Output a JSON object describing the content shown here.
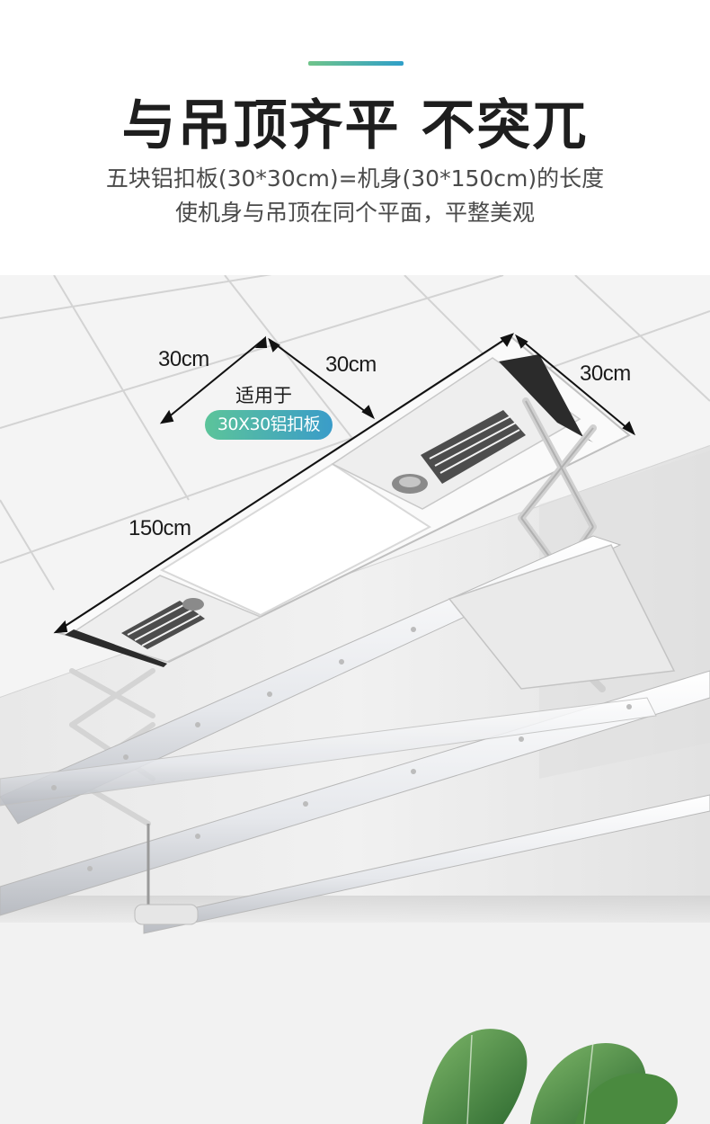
{
  "header": {
    "title": "与吊顶齐平 不突兀",
    "subtitle_line1": "五块铝扣板(30*30cm)=机身(30*150cm)的长度",
    "subtitle_line2": "使机身与吊顶在同个平面，平整美观"
  },
  "colors": {
    "accent_gradient_start": "#6fc48a",
    "accent_gradient_end": "#2f9fc9",
    "title_text": "#1e1e1e",
    "subtitle_text": "#4a4a4a",
    "pill_gradient_start": "#5cc49a",
    "pill_gradient_end": "#3a9cc9"
  },
  "dimensions": {
    "panel_width": "30cm",
    "panel_depth": "30cm",
    "unit_width": "30cm",
    "unit_length": "150cm"
  },
  "badge": {
    "caption": "适用于",
    "label": "30X30铝扣板"
  },
  "icons": {
    "product": "ceiling-drying-rack-illustration",
    "plant": "plant-leaves-decoration"
  }
}
